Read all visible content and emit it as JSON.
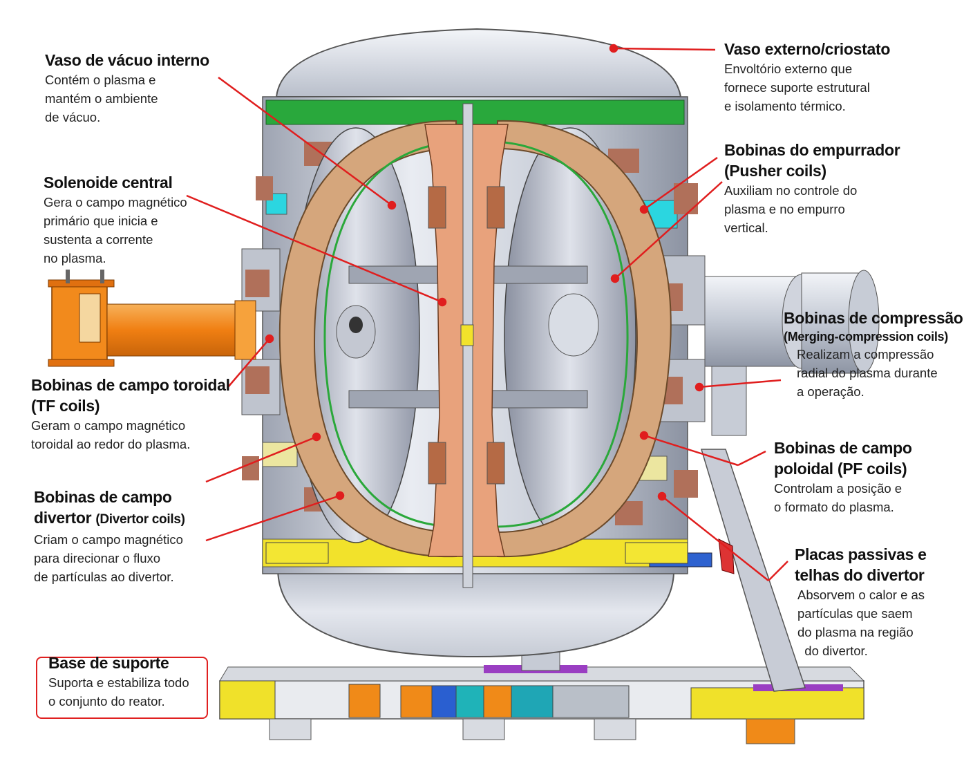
{
  "colors": {
    "leader": "#e01e1e",
    "vessel": "#cfd3dc",
    "tf_coil": "#d2a77f",
    "central": "#e6a27e",
    "green": "#27a83a",
    "yellow": "#f2e22b",
    "orange_port": "#f08a1a",
    "base_box_border": "#e02020"
  },
  "labels": [
    {
      "id": "vaso-vacuo",
      "title": "Vaso de vácuo interno",
      "lines": [
        "Contém o plasma e",
        "mantém o ambiente",
        "de vácuo."
      ]
    },
    {
      "id": "solenoide",
      "title": "Solenoide central",
      "lines": [
        "Gera o campo magnético",
        "primário que inicia e",
        "sustenta a corrente",
        "no plasma."
      ]
    },
    {
      "id": "tf",
      "title": "Bobinas de campo toroidal",
      "title2": "(TF coils)",
      "lines": [
        "Geram o campo magnético",
        "toroidal ao redor do plasma."
      ]
    },
    {
      "id": "divertor-coils",
      "title": "Bobinas de campo",
      "title2a": "divertor ",
      "title2b": "(Divertor coils)",
      "lines": [
        "Criam o campo magnético",
        "para direcionar o fluxo",
        "de partículas ao divertor."
      ]
    },
    {
      "id": "base",
      "title": "Base de suporte",
      "lines": [
        "Suporta e estabiliza todo",
        "o conjunto do reator."
      ]
    },
    {
      "id": "criostato",
      "title": "Vaso externo/criostato",
      "lines": [
        "Envoltório externo que",
        "fornece suporte estrutural",
        "e isolamento térmico."
      ]
    },
    {
      "id": "pusher",
      "title": "Bobinas do empurrador",
      "title2": "(Pusher coils)",
      "lines": [
        "Auxiliam no controle do",
        "plasma e no empurro",
        "vertical."
      ]
    },
    {
      "id": "compressao",
      "title": "Bobinas de compressão",
      "title2": "(Merging-compression coils)",
      "lines": [
        "Realizam a compressão",
        "radial do plasma durante",
        "a operação."
      ]
    },
    {
      "id": "pf",
      "title": "Bobinas de campo",
      "title2": "poloidal (PF coils)",
      "lines": [
        "Controlam a posição e",
        "o formato do plasma."
      ]
    },
    {
      "id": "placas",
      "title": "Placas passivas e",
      "title2": "telhas do divertor",
      "lines": [
        "Absorvem o calor e as",
        "partículas que saem",
        "do plasma na região",
        "  do divertor."
      ]
    }
  ]
}
